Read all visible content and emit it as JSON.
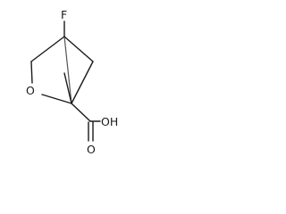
{
  "molecule": {
    "atoms": {
      "fluorine": "F",
      "ring_oxygen": "O",
      "carbonyl_oxygen": "O",
      "hydroxyl": "OH"
    }
  }
}
